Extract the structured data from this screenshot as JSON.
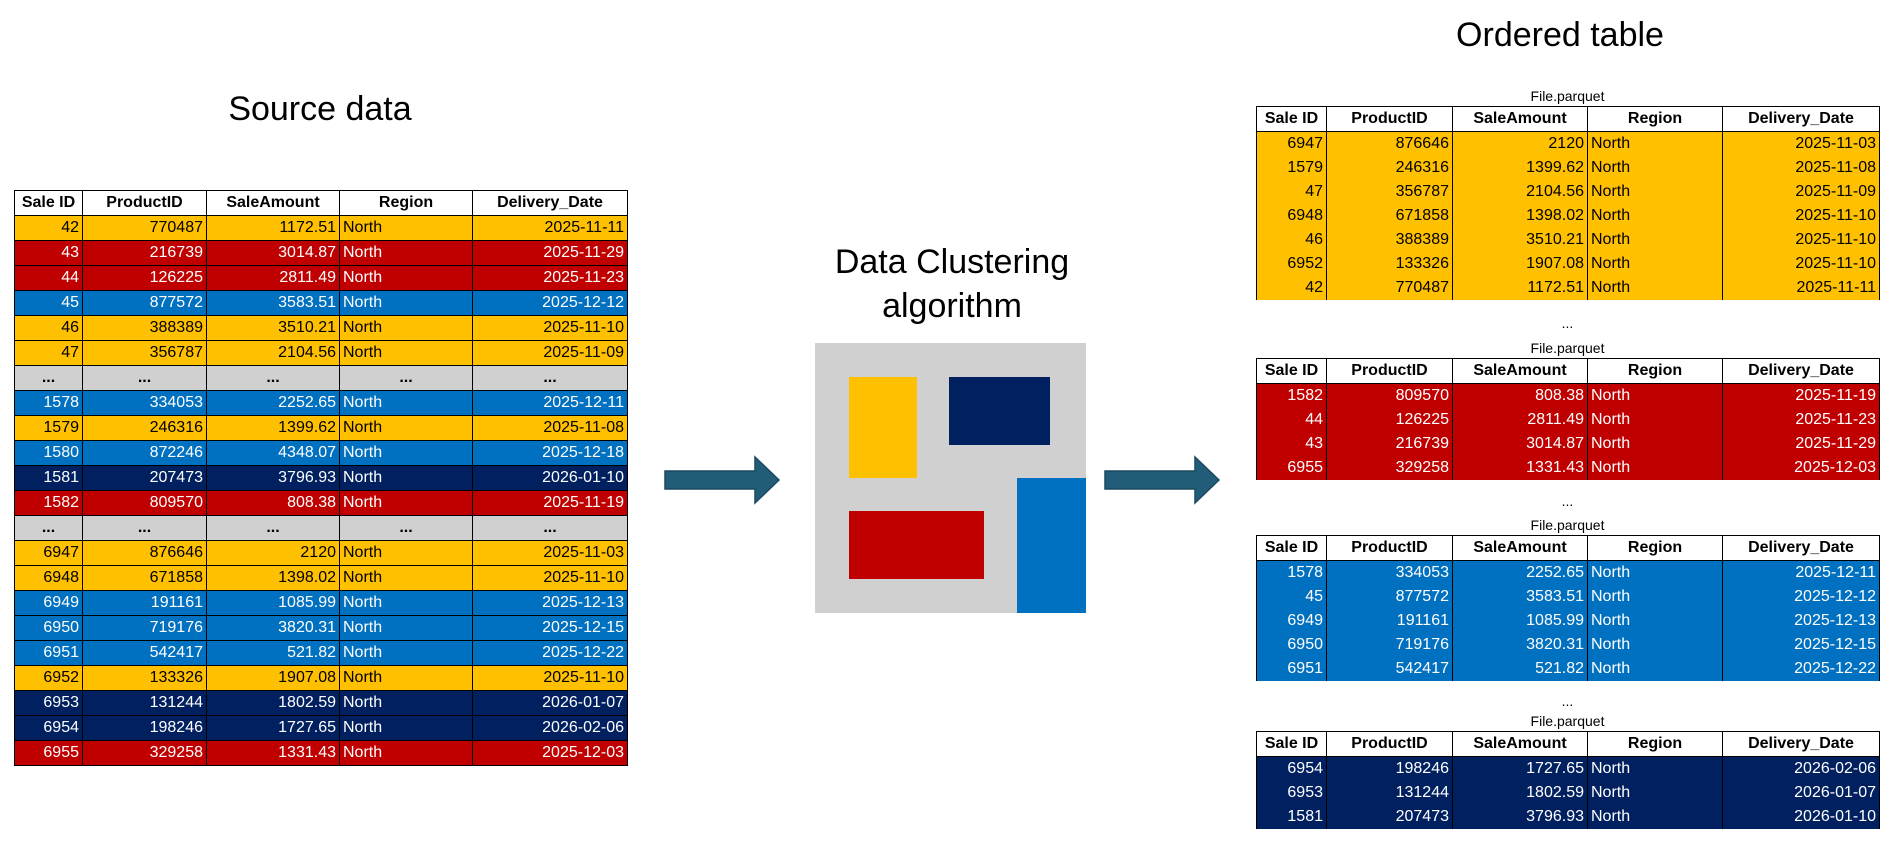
{
  "source": {
    "title": "Source data",
    "headers": [
      "Sale ID",
      "ProductID",
      "SaleAmount",
      "Region",
      "Delivery_Date"
    ],
    "rows": [
      {
        "c": "yellow",
        "v": [
          "42",
          "770487",
          "1172.51",
          "North",
          "2025-11-11"
        ]
      },
      {
        "c": "red",
        "v": [
          "43",
          "216739",
          "3014.87",
          "North",
          "2025-11-29"
        ]
      },
      {
        "c": "red",
        "v": [
          "44",
          "126225",
          "2811.49",
          "North",
          "2025-11-23"
        ]
      },
      {
        "c": "blue",
        "v": [
          "45",
          "877572",
          "3583.51",
          "North",
          "2025-12-12"
        ]
      },
      {
        "c": "yellow",
        "v": [
          "46",
          "388389",
          "3510.21",
          "North",
          "2025-11-10"
        ]
      },
      {
        "c": "yellow",
        "v": [
          "47",
          "356787",
          "2104.56",
          "North",
          "2025-11-09"
        ]
      },
      {
        "c": "gray",
        "ellipsis": true,
        "v": [
          "...",
          "...",
          "...",
          "...",
          "..."
        ]
      },
      {
        "c": "blue",
        "v": [
          "1578",
          "334053",
          "2252.65",
          "North",
          "2025-12-11"
        ]
      },
      {
        "c": "yellow",
        "v": [
          "1579",
          "246316",
          "1399.62",
          "North",
          "2025-11-08"
        ]
      },
      {
        "c": "blue",
        "v": [
          "1580",
          "872246",
          "4348.07",
          "North",
          "2025-12-18"
        ]
      },
      {
        "c": "navy",
        "v": [
          "1581",
          "207473",
          "3796.93",
          "North",
          "2026-01-10"
        ]
      },
      {
        "c": "red",
        "v": [
          "1582",
          "809570",
          "808.38",
          "North",
          "2025-11-19"
        ]
      },
      {
        "c": "gray",
        "ellipsis": true,
        "v": [
          "...",
          "...",
          "...",
          "...",
          "..."
        ]
      },
      {
        "c": "yellow",
        "v": [
          "6947",
          "876646",
          "2120",
          "North",
          "2025-11-03"
        ]
      },
      {
        "c": "yellow",
        "v": [
          "6948",
          "671858",
          "1398.02",
          "North",
          "2025-11-10"
        ]
      },
      {
        "c": "blue",
        "v": [
          "6949",
          "191161",
          "1085.99",
          "North",
          "2025-12-13"
        ]
      },
      {
        "c": "blue",
        "v": [
          "6950",
          "719176",
          "3820.31",
          "North",
          "2025-12-15"
        ]
      },
      {
        "c": "blue",
        "v": [
          "6951",
          "542417",
          "521.82",
          "North",
          "2025-12-22"
        ]
      },
      {
        "c": "yellow",
        "v": [
          "6952",
          "133326",
          "1907.08",
          "North",
          "2025-11-10"
        ]
      },
      {
        "c": "navy",
        "v": [
          "6953",
          "131244",
          "1802.59",
          "North",
          "2026-01-07"
        ]
      },
      {
        "c": "navy",
        "v": [
          "6954",
          "198246",
          "1727.65",
          "North",
          "2026-02-06"
        ]
      },
      {
        "c": "red",
        "v": [
          "6955",
          "329258",
          "1331.43",
          "North",
          "2025-12-03"
        ]
      }
    ]
  },
  "algorithm": {
    "title_line1": "Data Clustering",
    "title_line2": "algorithm"
  },
  "ordered": {
    "title": "Ordered table",
    "headers": [
      "Sale ID",
      "ProductID",
      "SaleAmount",
      "Region",
      "Delivery_Date"
    ],
    "ellipsis": "...",
    "files": [
      {
        "label": "File.parquet",
        "c": "yellow",
        "rows": [
          [
            "6947",
            "876646",
            "2120",
            "North",
            "2025-11-03"
          ],
          [
            "1579",
            "246316",
            "1399.62",
            "North",
            "2025-11-08"
          ],
          [
            "47",
            "356787",
            "2104.56",
            "North",
            "2025-11-09"
          ],
          [
            "6948",
            "671858",
            "1398.02",
            "North",
            "2025-11-10"
          ],
          [
            "46",
            "388389",
            "3510.21",
            "North",
            "2025-11-10"
          ],
          [
            "6952",
            "133326",
            "1907.08",
            "North",
            "2025-11-10"
          ],
          [
            "42",
            "770487",
            "1172.51",
            "North",
            "2025-11-11"
          ]
        ]
      },
      {
        "label": "File.parquet",
        "c": "red",
        "rows": [
          [
            "1582",
            "809570",
            "808.38",
            "North",
            "2025-11-19"
          ],
          [
            "44",
            "126225",
            "2811.49",
            "North",
            "2025-11-23"
          ],
          [
            "43",
            "216739",
            "3014.87",
            "North",
            "2025-11-29"
          ],
          [
            "6955",
            "329258",
            "1331.43",
            "North",
            "2025-12-03"
          ]
        ]
      },
      {
        "label": "File.parquet",
        "c": "blue",
        "rows": [
          [
            "1578",
            "334053",
            "2252.65",
            "North",
            "2025-12-11"
          ],
          [
            "45",
            "877572",
            "3583.51",
            "North",
            "2025-12-12"
          ],
          [
            "6949",
            "191161",
            "1085.99",
            "North",
            "2025-12-13"
          ],
          [
            "6950",
            "719176",
            "3820.31",
            "North",
            "2025-12-15"
          ],
          [
            "6951",
            "542417",
            "521.82",
            "North",
            "2025-12-22"
          ]
        ]
      },
      {
        "label": "File.parquet",
        "c": "navy",
        "rows": [
          [
            "6954",
            "198246",
            "1727.65",
            "North",
            "2026-02-06"
          ],
          [
            "6953",
            "131244",
            "1802.59",
            "North",
            "2026-01-07"
          ],
          [
            "1581",
            "207473",
            "3796.93",
            "North",
            "2026-01-10"
          ]
        ]
      }
    ]
  },
  "colors": {
    "yellow": "#FFC000",
    "red": "#C00000",
    "blue": "#0070C0",
    "navy": "#002060",
    "gray": "#D0D0D0",
    "arrow": "#215C78",
    "box": "#D0D0D0"
  }
}
